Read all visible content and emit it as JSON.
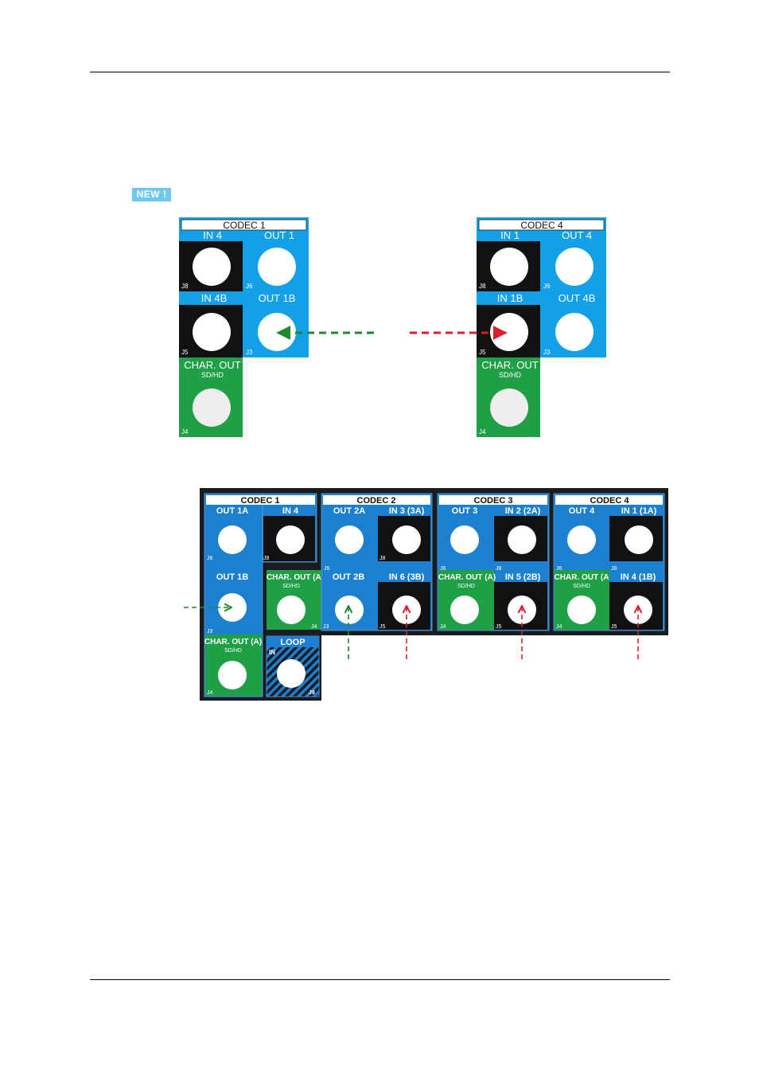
{
  "badge": {
    "label": "NEW !"
  },
  "colors": {
    "blue": "#1c7fcf",
    "light_blue": "#12a0e8",
    "black": "#1a1a1a",
    "green": "#1fa046",
    "panel": "#1a1c20",
    "header": "#ffffff",
    "arrow_green": "#1c8a2c",
    "arrow_red": "#d8202a"
  },
  "single_modules": [
    {
      "header": "CODEC 1",
      "tl_label": "IN 4",
      "tl_jack": "J8",
      "tr_label": "OUT 1",
      "tr_jack": "J6",
      "ml_label": "IN 4B",
      "ml_jack": "J5",
      "mr_label": "OUT 1B",
      "mr_jack": "J3",
      "char_label": "CHAR. OUT",
      "char_sub": "SD/HD",
      "char_jack": "J4"
    },
    {
      "header": "CODEC 4",
      "tl_label": "IN 1",
      "tl_jack": "J8",
      "tr_label": "OUT 4",
      "tr_jack": "J6",
      "ml_label": "IN 1B",
      "ml_jack": "J5",
      "mr_label": "OUT 4B",
      "mr_jack": "J3",
      "char_label": "CHAR. OUT",
      "char_sub": "SD/HD",
      "char_jack": "J4"
    }
  ],
  "rack": {
    "codec1": {
      "header": "CODEC 1",
      "out1a": "OUT 1A",
      "out1a_jack": "J6",
      "in4": "IN 4",
      "in4_jack": "J8",
      "out1b": "OUT 1B",
      "out1b_jack": "J3",
      "char": "CHAR. OUT (A)",
      "char_sub": "SD/HD",
      "char_jack": "J4"
    },
    "codecs": [
      {
        "header": "CODEC 2",
        "top_left": "OUT 2A",
        "top_left_jack": "J6",
        "top_right": "IN 3 (3A)",
        "top_right_jack": "J8",
        "bottom_right": "IN 6 (3B)",
        "bottom_right_jack": "J5"
      },
      {
        "header": "CODEC 3",
        "top_left": "OUT 3",
        "top_left_jack": "J6",
        "top_right": "IN 2 (2A)",
        "top_right_jack": "J8",
        "bottom_right": "IN 5 (2B)",
        "bottom_right_jack": "J5"
      },
      {
        "header": "CODEC 4",
        "top_left": "OUT 4",
        "top_left_jack": "J6",
        "top_right": "IN 1 (1A)",
        "top_right_jack": "J8",
        "bottom_right": "IN 4 (1B)",
        "bottom_right_jack": "J5"
      }
    ],
    "codec2_char": "CHAR. OUT (A)",
    "codec2_char_sub": "SD/HD",
    "codec2_char_jack": "J4",
    "codec2_out2b": "OUT 2B",
    "codec2_out2b_jack": "J3",
    "char_bottom": "CHAR. OUT (A",
    "char_bottom_sub": "SD/HD",
    "char_bottom_jack": "J4",
    "loop": {
      "label": "LOOP",
      "in": "IN",
      "jack": "J9"
    }
  }
}
